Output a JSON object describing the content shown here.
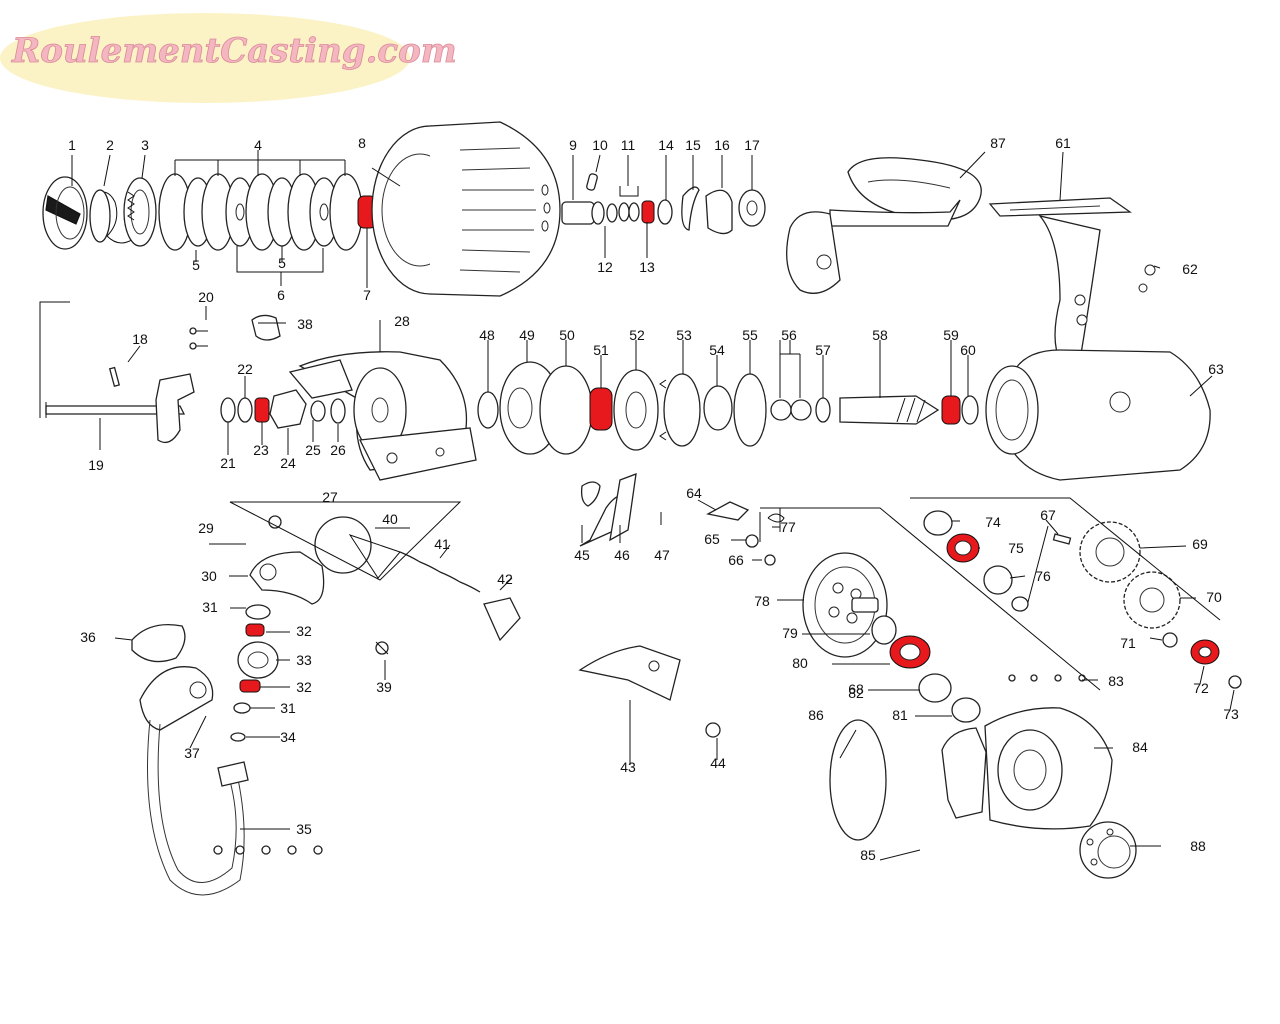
{
  "brand": {
    "watermark": "RoulementCasting.com",
    "colors": {
      "highlight": "#e8191c",
      "logo_fill": "#f4b6c0",
      "logo_oval": "#fbf3c6",
      "ink": "#111111"
    }
  },
  "labels": [
    "1",
    "2",
    "3",
    "4",
    "5",
    "5",
    "6",
    "7",
    "8",
    "9",
    "10",
    "11",
    "12",
    "13",
    "14",
    "15",
    "16",
    "17",
    "87",
    "61",
    "62",
    "20",
    "18",
    "19",
    "21",
    "22",
    "23",
    "24",
    "25",
    "26",
    "27",
    "28",
    "38",
    "48",
    "49",
    "50",
    "51",
    "52",
    "53",
    "54",
    "55",
    "56",
    "57",
    "58",
    "59",
    "60",
    "63",
    "29",
    "30",
    "31",
    "32",
    "33",
    "32",
    "31",
    "34",
    "35",
    "36",
    "37",
    "39",
    "40",
    "41",
    "42",
    "43",
    "44",
    "45",
    "46",
    "47",
    "64",
    "65",
    "66",
    "77",
    "78",
    "79",
    "80",
    "81",
    "82",
    "83",
    "84",
    "85",
    "86",
    "88",
    "68",
    "67",
    "69",
    "70",
    "71",
    "72",
    "73",
    "74",
    "75",
    "76"
  ]
}
